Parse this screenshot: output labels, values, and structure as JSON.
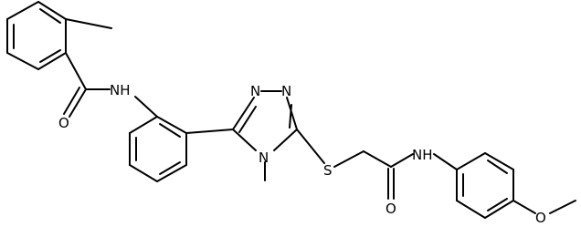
{
  "molecule": {
    "atom_labels": {
      "amide_nh_left": "NH",
      "carbonyl_o_left": "O",
      "triazole_n1": "N",
      "triazole_n2": "N",
      "triazole_n4": "N",
      "thioether_s": "S",
      "carbonyl_o_right": "O",
      "amide_nh_right": "NH",
      "methoxy_o": "O"
    }
  }
}
